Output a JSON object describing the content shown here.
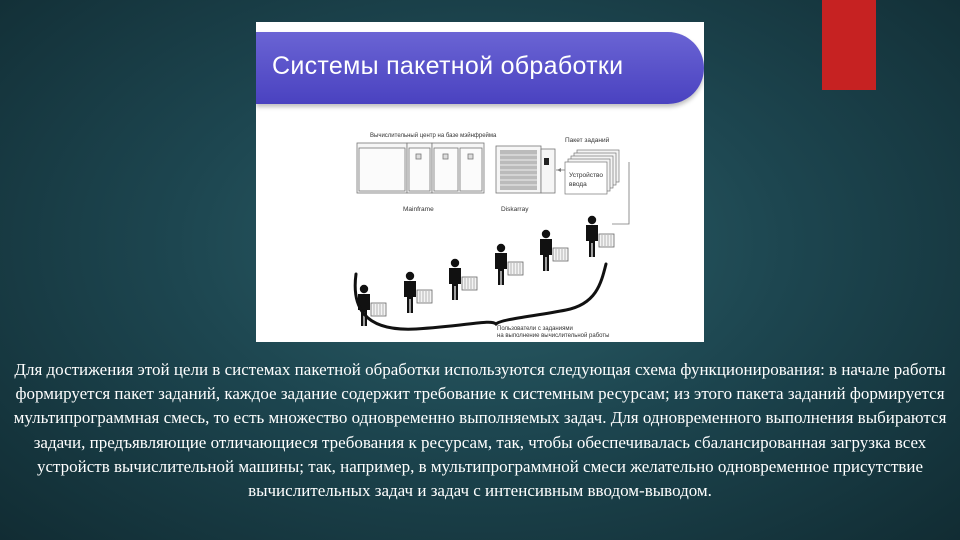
{
  "slide": {
    "title": "Системы пакетной обработки",
    "body": "Для достижения этой цели в системах пакетной обработки используются следующая схема функционирования: в начале работы формируется пакет заданий, каждое задание содержит требование к системным ресурсам; из этого пакета заданий формируется мультипрограммная смесь, то есть множество одновременно выполняемых задач. Для одновременного выполнения выбираются задачи, предъявляющие отличающиеся требования к ресурсам, так, чтобы обеспечивалась сбалансированная загрузка всех устройств вычислительной машины; так, например, в мультипрограммной смеси желательно одновременное присутствие вычислительных задач и задач с интенсивным вводом-выводом."
  },
  "diagram": {
    "center_label": "Вычислительный центр на базе мэйнфрейма",
    "mainframe_label": "Mainframe",
    "diskarray_label": "Diskarray",
    "job_packet_label": "Пакет заданий",
    "input_device_label_1": "Устройство",
    "input_device_label_2": "ввода",
    "users_label_1": "Пользователи с заданиями",
    "users_label_2": "на выполнение вычислительной работы"
  },
  "colors": {
    "accent_red": "#c62222",
    "banner": "#4a42c0",
    "background": "#1d4650"
  }
}
